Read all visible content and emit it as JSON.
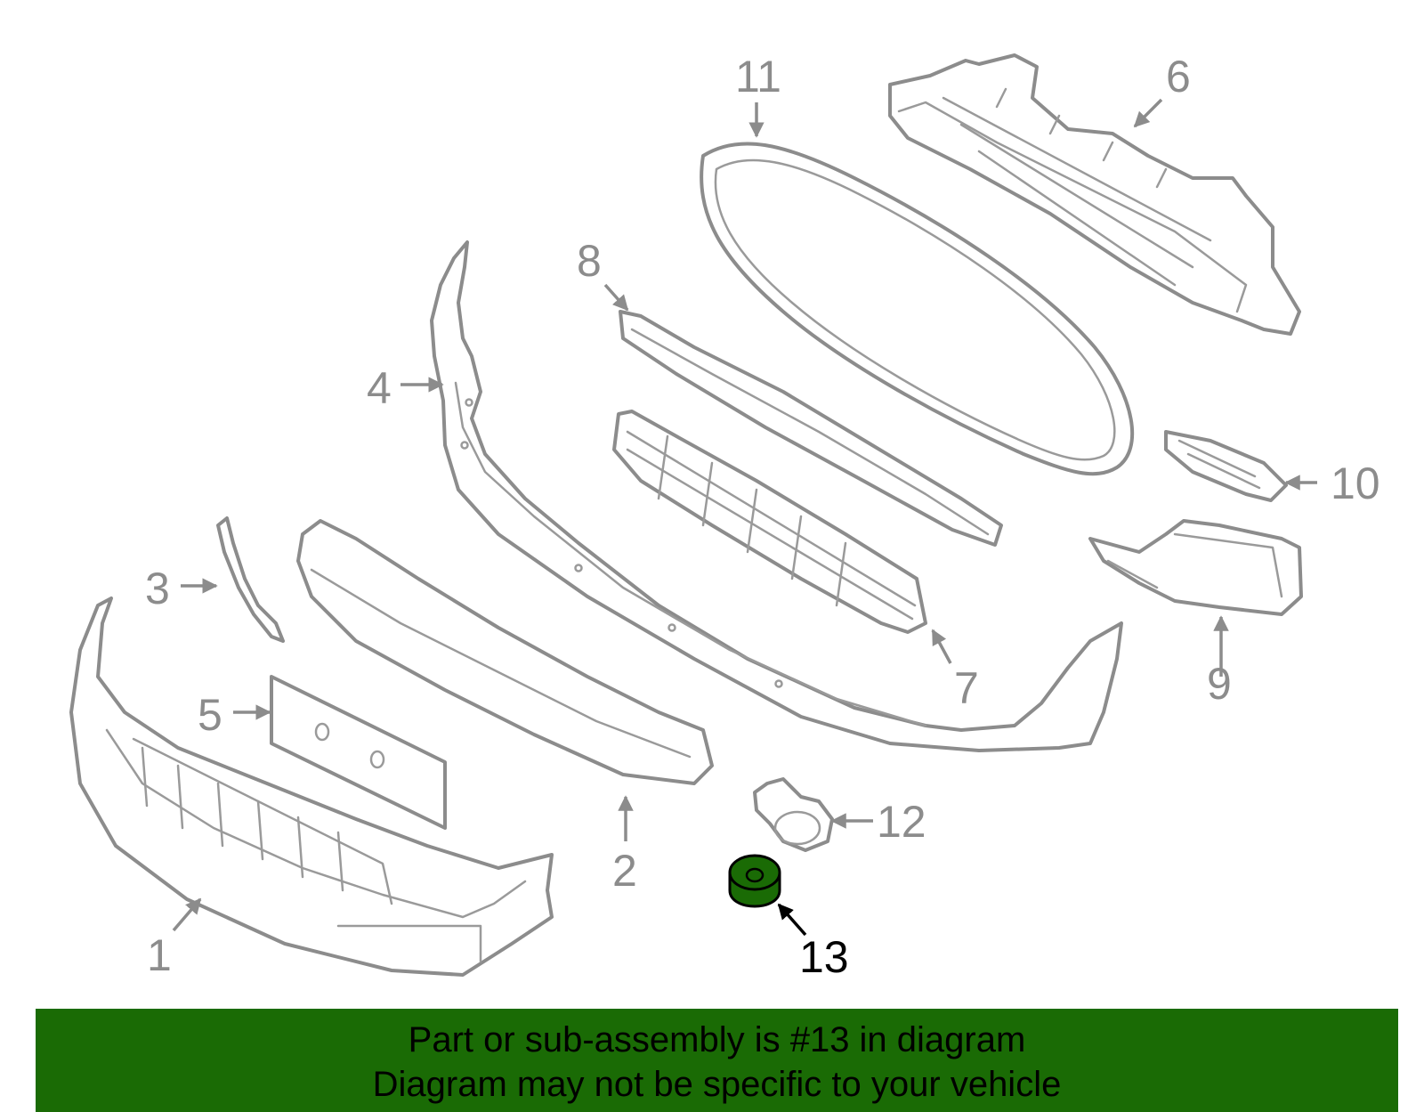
{
  "diagram": {
    "callouts": {
      "c1": "1",
      "c2": "2",
      "c3": "3",
      "c4": "4",
      "c5": "5",
      "c6": "6",
      "c7": "7",
      "c8": "8",
      "c9": "9",
      "c10": "10",
      "c11": "11",
      "c12": "12",
      "c13": "13"
    },
    "highlighted_part": "13",
    "colors": {
      "line": "#8c8c8c",
      "highlight_fill": "#1a6b05",
      "banner": "#1a6b05"
    }
  },
  "banner": {
    "line1": "Part or sub-assembly is #13 in diagram",
    "line2": "Diagram may not be specific to your vehicle"
  }
}
